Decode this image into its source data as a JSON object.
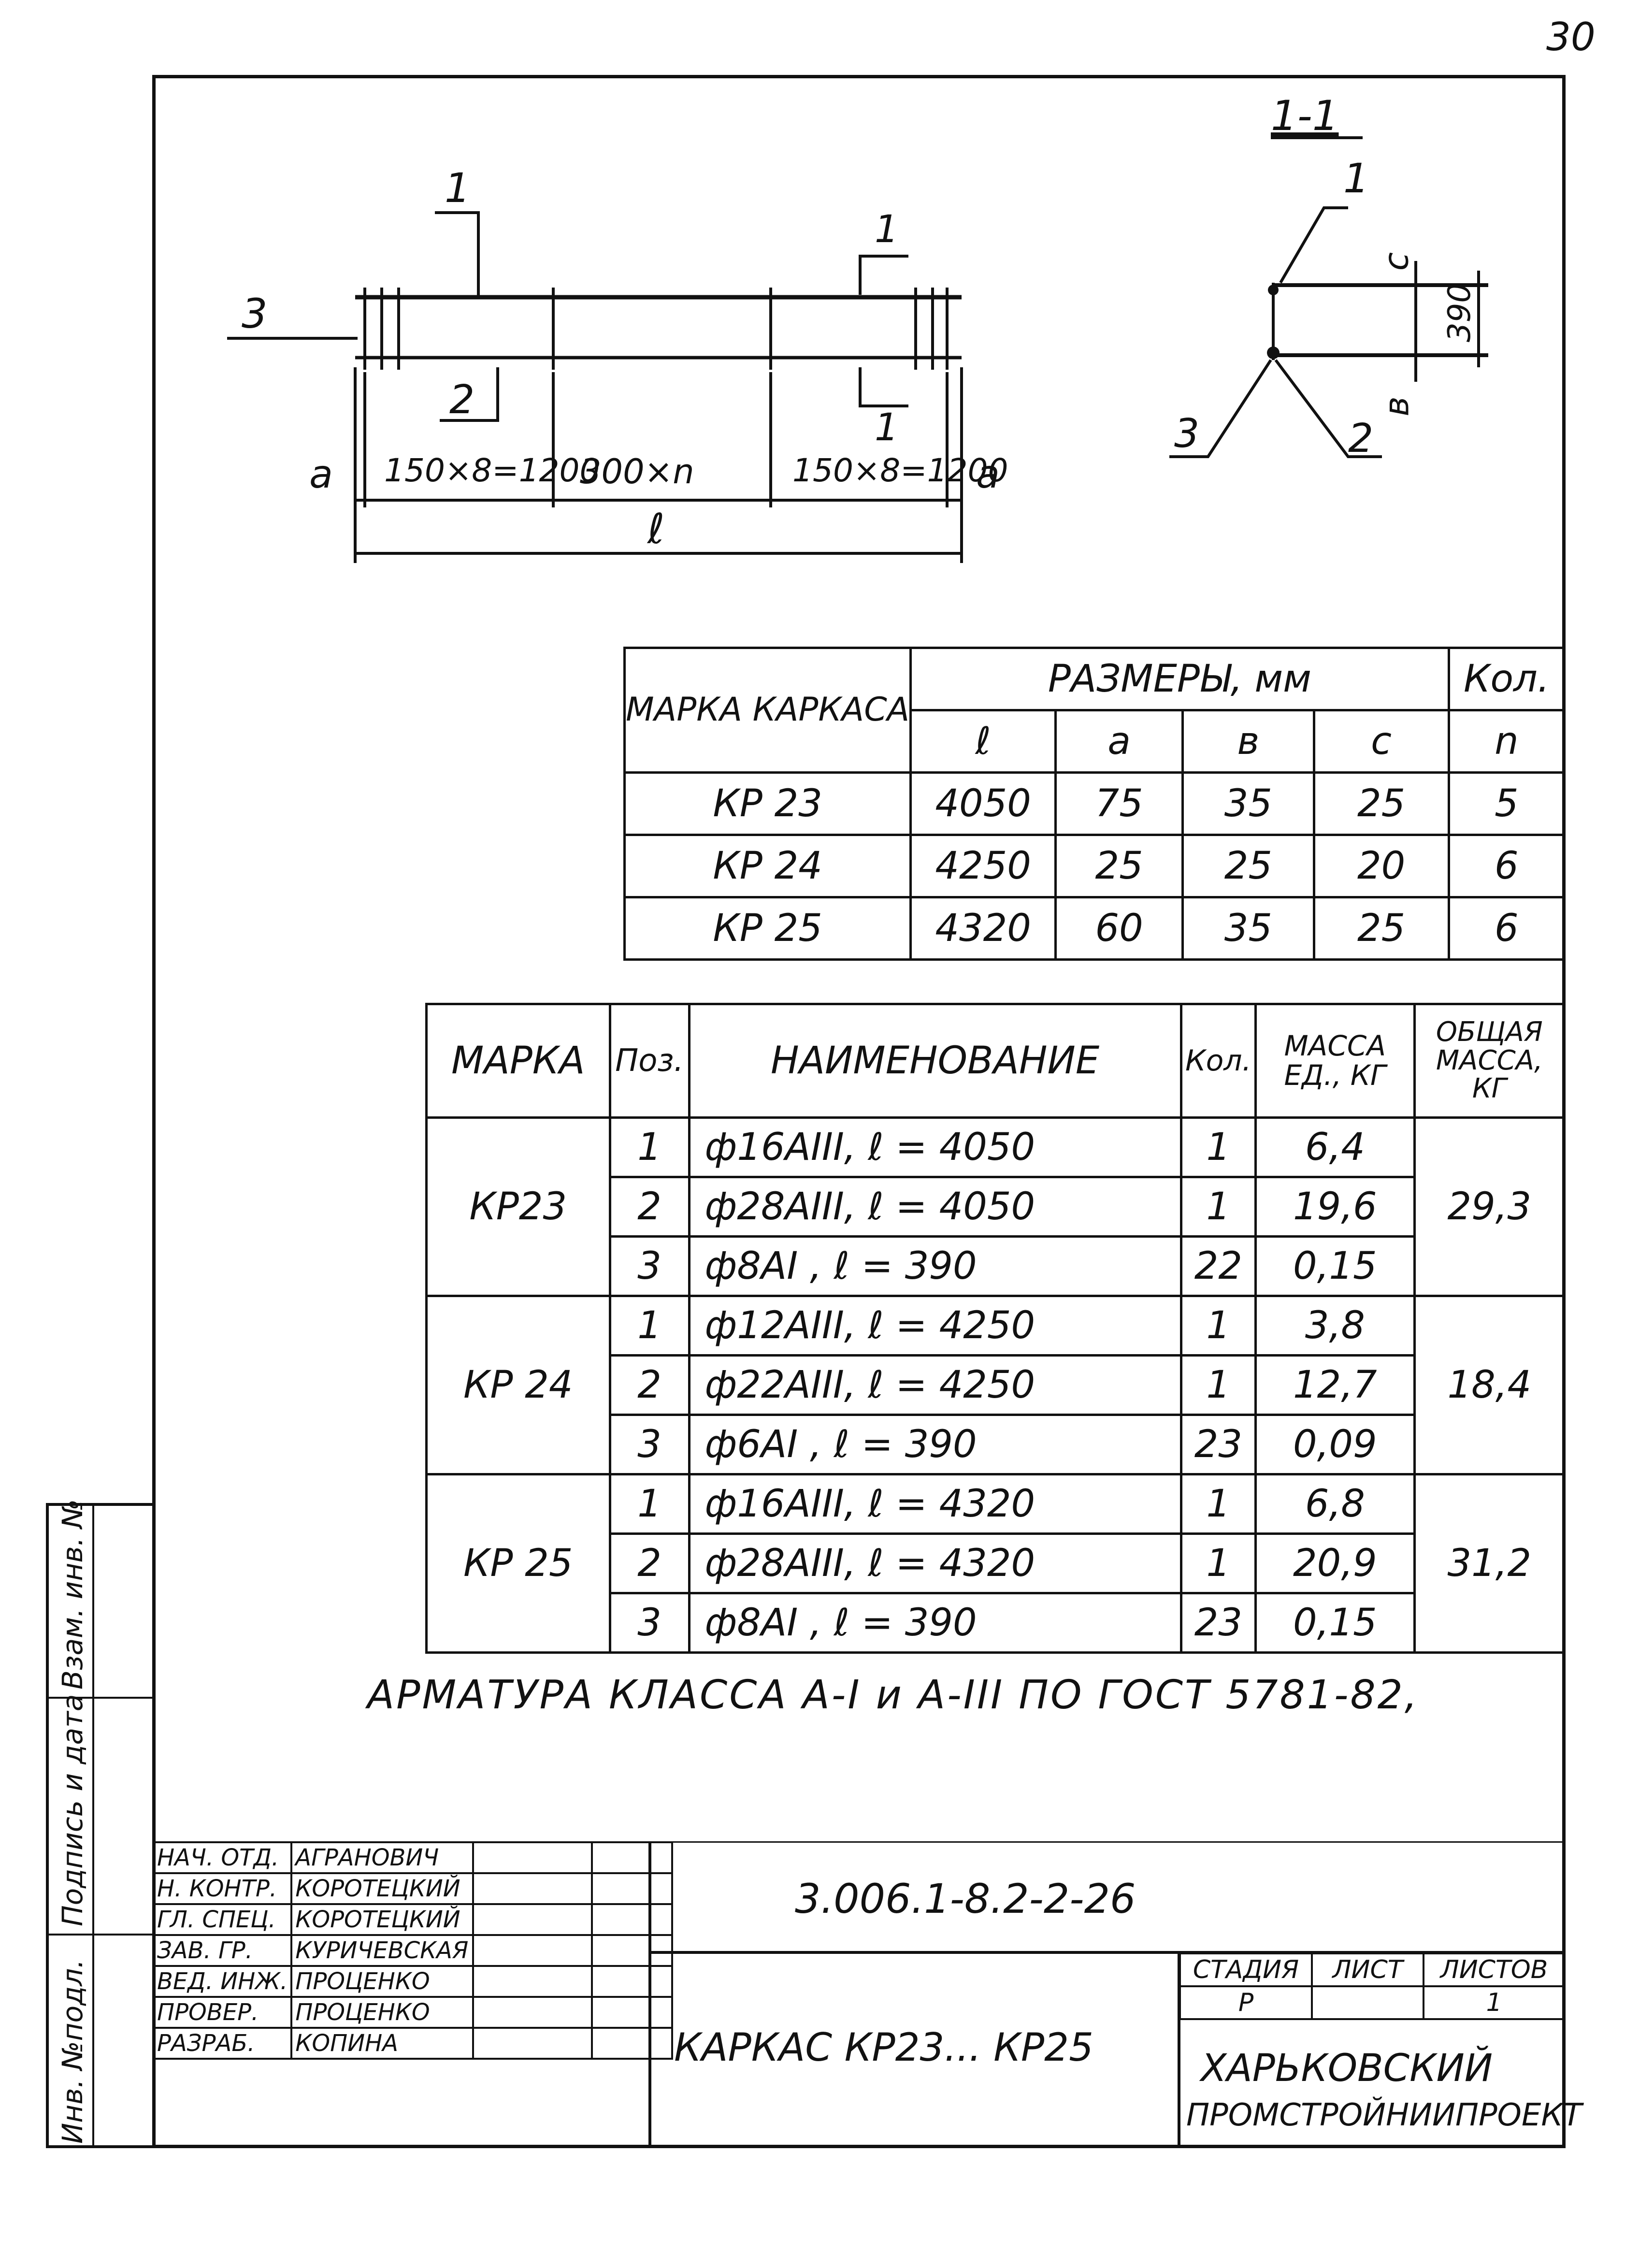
{
  "page_number": "30",
  "drawing": {
    "section_title": "1-1",
    "callouts": [
      "1",
      "1",
      "1",
      "1",
      "2",
      "2",
      "3",
      "3"
    ],
    "dim_labels": {
      "a_left": "a",
      "seg_left": "150×8=1200",
      "seg_mid": "300×n",
      "seg_right": "150×8=1200",
      "a_right": "a",
      "total": "ℓ",
      "section_height": "390",
      "section_c": "c",
      "section_b": "в"
    }
  },
  "dims_table": {
    "col_mark": "МАРКА КАРКАСА",
    "col_sizes": "РАЗМЕРЫ, мм",
    "col_qty": "Кол.",
    "sub_l": "ℓ",
    "sub_a": "a",
    "sub_b": "в",
    "sub_c": "c",
    "sub_n": "n",
    "rows": [
      {
        "mark": "КР 23",
        "l": "4050",
        "a": "75",
        "b": "35",
        "c": "25",
        "n": "5"
      },
      {
        "mark": "КР 24",
        "l": "4250",
        "a": "25",
        "b": "25",
        "c": "20",
        "n": "6"
      },
      {
        "mark": "КР 25",
        "l": "4320",
        "a": "60",
        "b": "35",
        "c": "25",
        "n": "6"
      }
    ]
  },
  "spec_table": {
    "h_mark": "МАРКА",
    "h_pos": "Поз.",
    "h_name": "НАИМЕНОВАНИЕ",
    "h_qty": "Кол.",
    "h_unit_mass": "МАССА ЕД., КГ",
    "h_total_mass": "ОБЩАЯ МАССА, КГ",
    "groups": [
      {
        "mark": "КР23",
        "total": "29,3",
        "items": [
          {
            "pos": "1",
            "name": "ф16АIII, ℓ = 4050",
            "qty": "1",
            "mass": "6,4"
          },
          {
            "pos": "2",
            "name": "ф28АIII, ℓ = 4050",
            "qty": "1",
            "mass": "19,6"
          },
          {
            "pos": "3",
            "name": "ф8АI , ℓ = 390",
            "qty": "22",
            "mass": "0,15"
          }
        ]
      },
      {
        "mark": "КР 24",
        "total": "18,4",
        "items": [
          {
            "pos": "1",
            "name": "ф12АIII, ℓ = 4250",
            "qty": "1",
            "mass": "3,8"
          },
          {
            "pos": "2",
            "name": "ф22АIII, ℓ = 4250",
            "qty": "1",
            "mass": "12,7"
          },
          {
            "pos": "3",
            "name": "ф6АI , ℓ = 390",
            "qty": "23",
            "mass": "0,09"
          }
        ]
      },
      {
        "mark": "КР 25",
        "total": "31,2",
        "items": [
          {
            "pos": "1",
            "name": "ф16АIII, ℓ = 4320",
            "qty": "1",
            "mass": "6,8"
          },
          {
            "pos": "2",
            "name": "ф28АIII, ℓ = 4320",
            "qty": "1",
            "mass": "20,9"
          },
          {
            "pos": "3",
            "name": "ф8АI , ℓ = 390",
            "qty": "23",
            "mass": "0,15"
          }
        ]
      }
    ]
  },
  "note": "АРМАТУРА КЛАССА А-I и А-III ПО ГОСТ 5781-82,",
  "side_strip": [
    "Инв. №подл.",
    "Подпись и дата",
    "Взам. инв. №"
  ],
  "title_block": {
    "staff": [
      {
        "role": "НАЧ. ОТД.",
        "name": "АГРАНОВИЧ"
      },
      {
        "role": "Н. КОНТР.",
        "name": "КОРОТЕЦКИЙ"
      },
      {
        "role": "ГЛ. СПЕЦ.",
        "name": "КОРОТЕЦКИЙ"
      },
      {
        "role": "ЗАВ. ГР.",
        "name": "КУРИЧЕВСКАЯ"
      },
      {
        "role": "ВЕД. ИНЖ.",
        "name": "ПРОЦЕНКО"
      },
      {
        "role": "ПРОВЕР.",
        "name": "ПРОЦЕНКО"
      },
      {
        "role": "РАЗРАБ.",
        "name": "КОПИНА"
      }
    ],
    "code": "3.006.1-8.2-2-26",
    "title": "КАРКАС КР23... КР25",
    "stage_label": "СТАДИЯ",
    "sheet_label": "ЛИСТ",
    "sheets_label": "ЛИСТОВ",
    "stage": "Р",
    "sheets": "1",
    "org_line1": "ХАРЬКОВСКИЙ",
    "org_line2": "ПРОМСТРОЙНИИПРОЕКТ"
  }
}
